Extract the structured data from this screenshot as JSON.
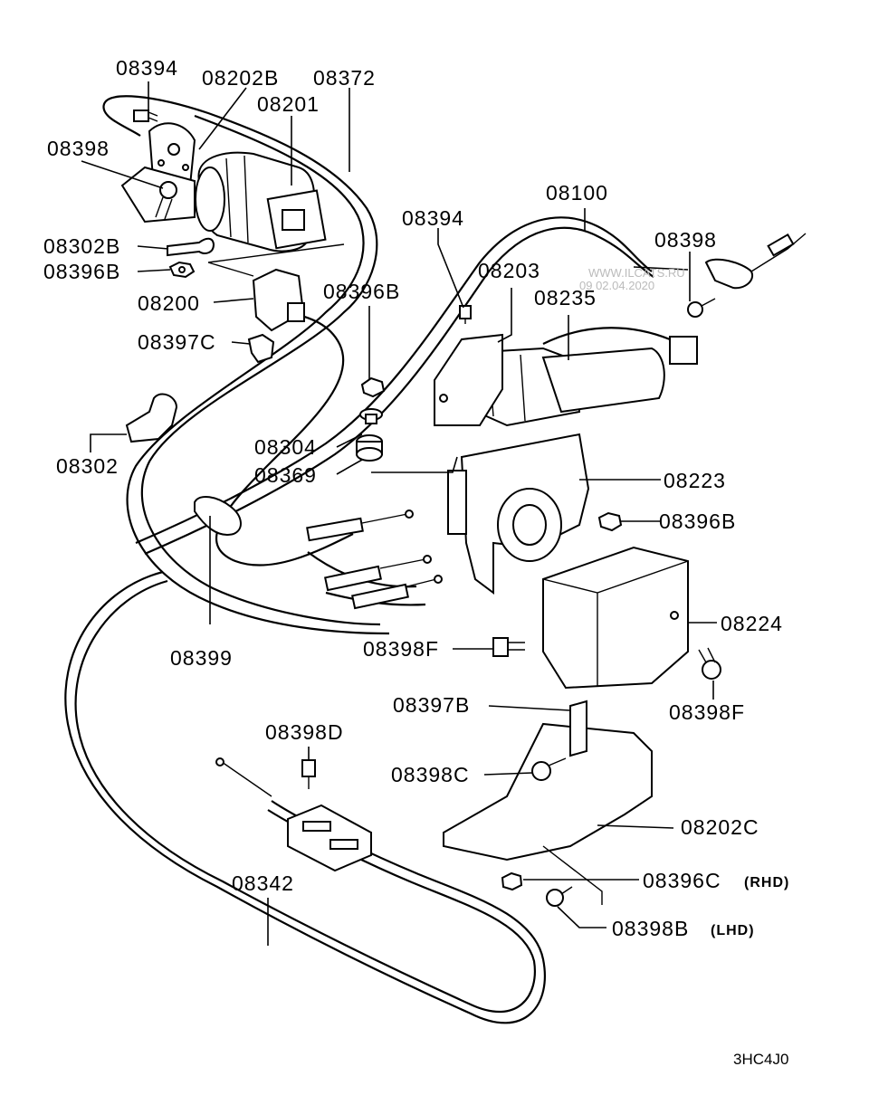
{
  "watermark": {
    "site": "WWW.ILCATS.RU",
    "date": "09 02.04.2020"
  },
  "diagram_code": "3HC4J0",
  "labels": {
    "p08394_top": "08394",
    "p08202B": "08202B",
    "p08372": "08372",
    "p08201": "08201",
    "p08398_left": "08398",
    "p08302B": "08302B",
    "p08396B_left": "08396B",
    "p08200": "08200",
    "p08396B_mid": "08396B",
    "p08397C": "08397C",
    "p08302": "08302",
    "p08304": "08304",
    "p08369": "08369",
    "p08399": "08399",
    "p08394_mid": "08394",
    "p08100": "08100",
    "p08398_right": "08398",
    "p08203": "08203",
    "p08235": "08235",
    "p08223": "08223",
    "p08396B_right": "08396B",
    "p08224": "08224",
    "p08398F_left": "08398F",
    "p08398F_right": "08398F",
    "p08397B": "08397B",
    "p08398C": "08398C",
    "p08398D": "08398D",
    "p08202C": "08202C",
    "p08396C": "08396C",
    "p08396C_note": "(RHD)",
    "p08398B": "08398B",
    "p08398B_note": "(LHD)",
    "p08342": "08342"
  }
}
